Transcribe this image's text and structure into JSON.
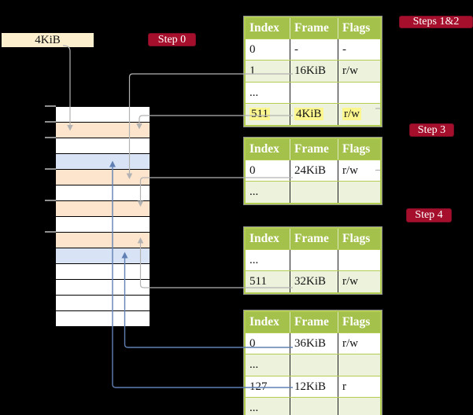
{
  "frame_box": {
    "label": "4KiB"
  },
  "badges": {
    "step0": "Step 0",
    "steps12": "Steps 1&2",
    "step3": "Step 3",
    "step4": "Step 4"
  },
  "tables": [
    {
      "name": "page-table-steps-1-2",
      "columns": [
        "Index",
        "Frame",
        "Flags"
      ],
      "rows": [
        {
          "cells": [
            "0",
            "-",
            "-"
          ],
          "shaded": false,
          "highlighted": false
        },
        {
          "cells": [
            "1",
            "16KiB",
            "r/w"
          ],
          "shaded": true,
          "highlighted": false
        },
        {
          "cells": [
            "...",
            "",
            ""
          ],
          "shaded": false,
          "highlighted": false
        },
        {
          "cells": [
            "511",
            "4KiB",
            "r/w"
          ],
          "shaded": true,
          "highlighted": true
        }
      ]
    },
    {
      "name": "page-table-step-3",
      "columns": [
        "Index",
        "Frame",
        "Flags"
      ],
      "rows": [
        {
          "cells": [
            "0",
            "24KiB",
            "r/w"
          ],
          "shaded": false,
          "highlighted": false
        },
        {
          "cells": [
            "...",
            "",
            ""
          ],
          "shaded": true,
          "highlighted": false
        }
      ]
    },
    {
      "name": "page-table-step-4",
      "columns": [
        "Index",
        "Frame",
        "Flags"
      ],
      "rows": [
        {
          "cells": [
            "...",
            "",
            ""
          ],
          "shaded": false,
          "highlighted": false
        },
        {
          "cells": [
            "511",
            "32KiB",
            "r/w"
          ],
          "shaded": true,
          "highlighted": false
        }
      ]
    },
    {
      "name": "page-table-final",
      "columns": [
        "Index",
        "Frame",
        "Flags"
      ],
      "rows": [
        {
          "cells": [
            "0",
            "36KiB",
            "r/w"
          ],
          "shaded": false,
          "highlighted": false
        },
        {
          "cells": [
            "...",
            "",
            ""
          ],
          "shaded": true,
          "highlighted": false
        },
        {
          "cells": [
            "127",
            "12KiB",
            "r"
          ],
          "shaded": false,
          "highlighted": false
        },
        {
          "cells": [
            "...",
            "",
            ""
          ],
          "shaded": true,
          "highlighted": false
        }
      ]
    }
  ],
  "table_tops": [
    21,
    175,
    289,
    395
  ],
  "memory_strip": {
    "rows": [
      "white",
      "peach",
      "white",
      "blue",
      "peach",
      "white",
      "peach",
      "white",
      "peach",
      "blue",
      "white",
      "white",
      "white",
      "white"
    ]
  },
  "colors": {
    "background": "#000000",
    "table_header": "#a4c14c",
    "table_border": "#b3cc52",
    "row_shaded": "#edf2dc",
    "highlight": "#fbf68e",
    "badge_red": "#a50f2c",
    "frame_box": "#fcefcd",
    "mem_white": "#ffffff",
    "mem_peach": "#fce5cc",
    "mem_blue": "#d8e4f5",
    "arrow_gray": "#b2b2b2",
    "arrow_blue": "#6080b4"
  }
}
